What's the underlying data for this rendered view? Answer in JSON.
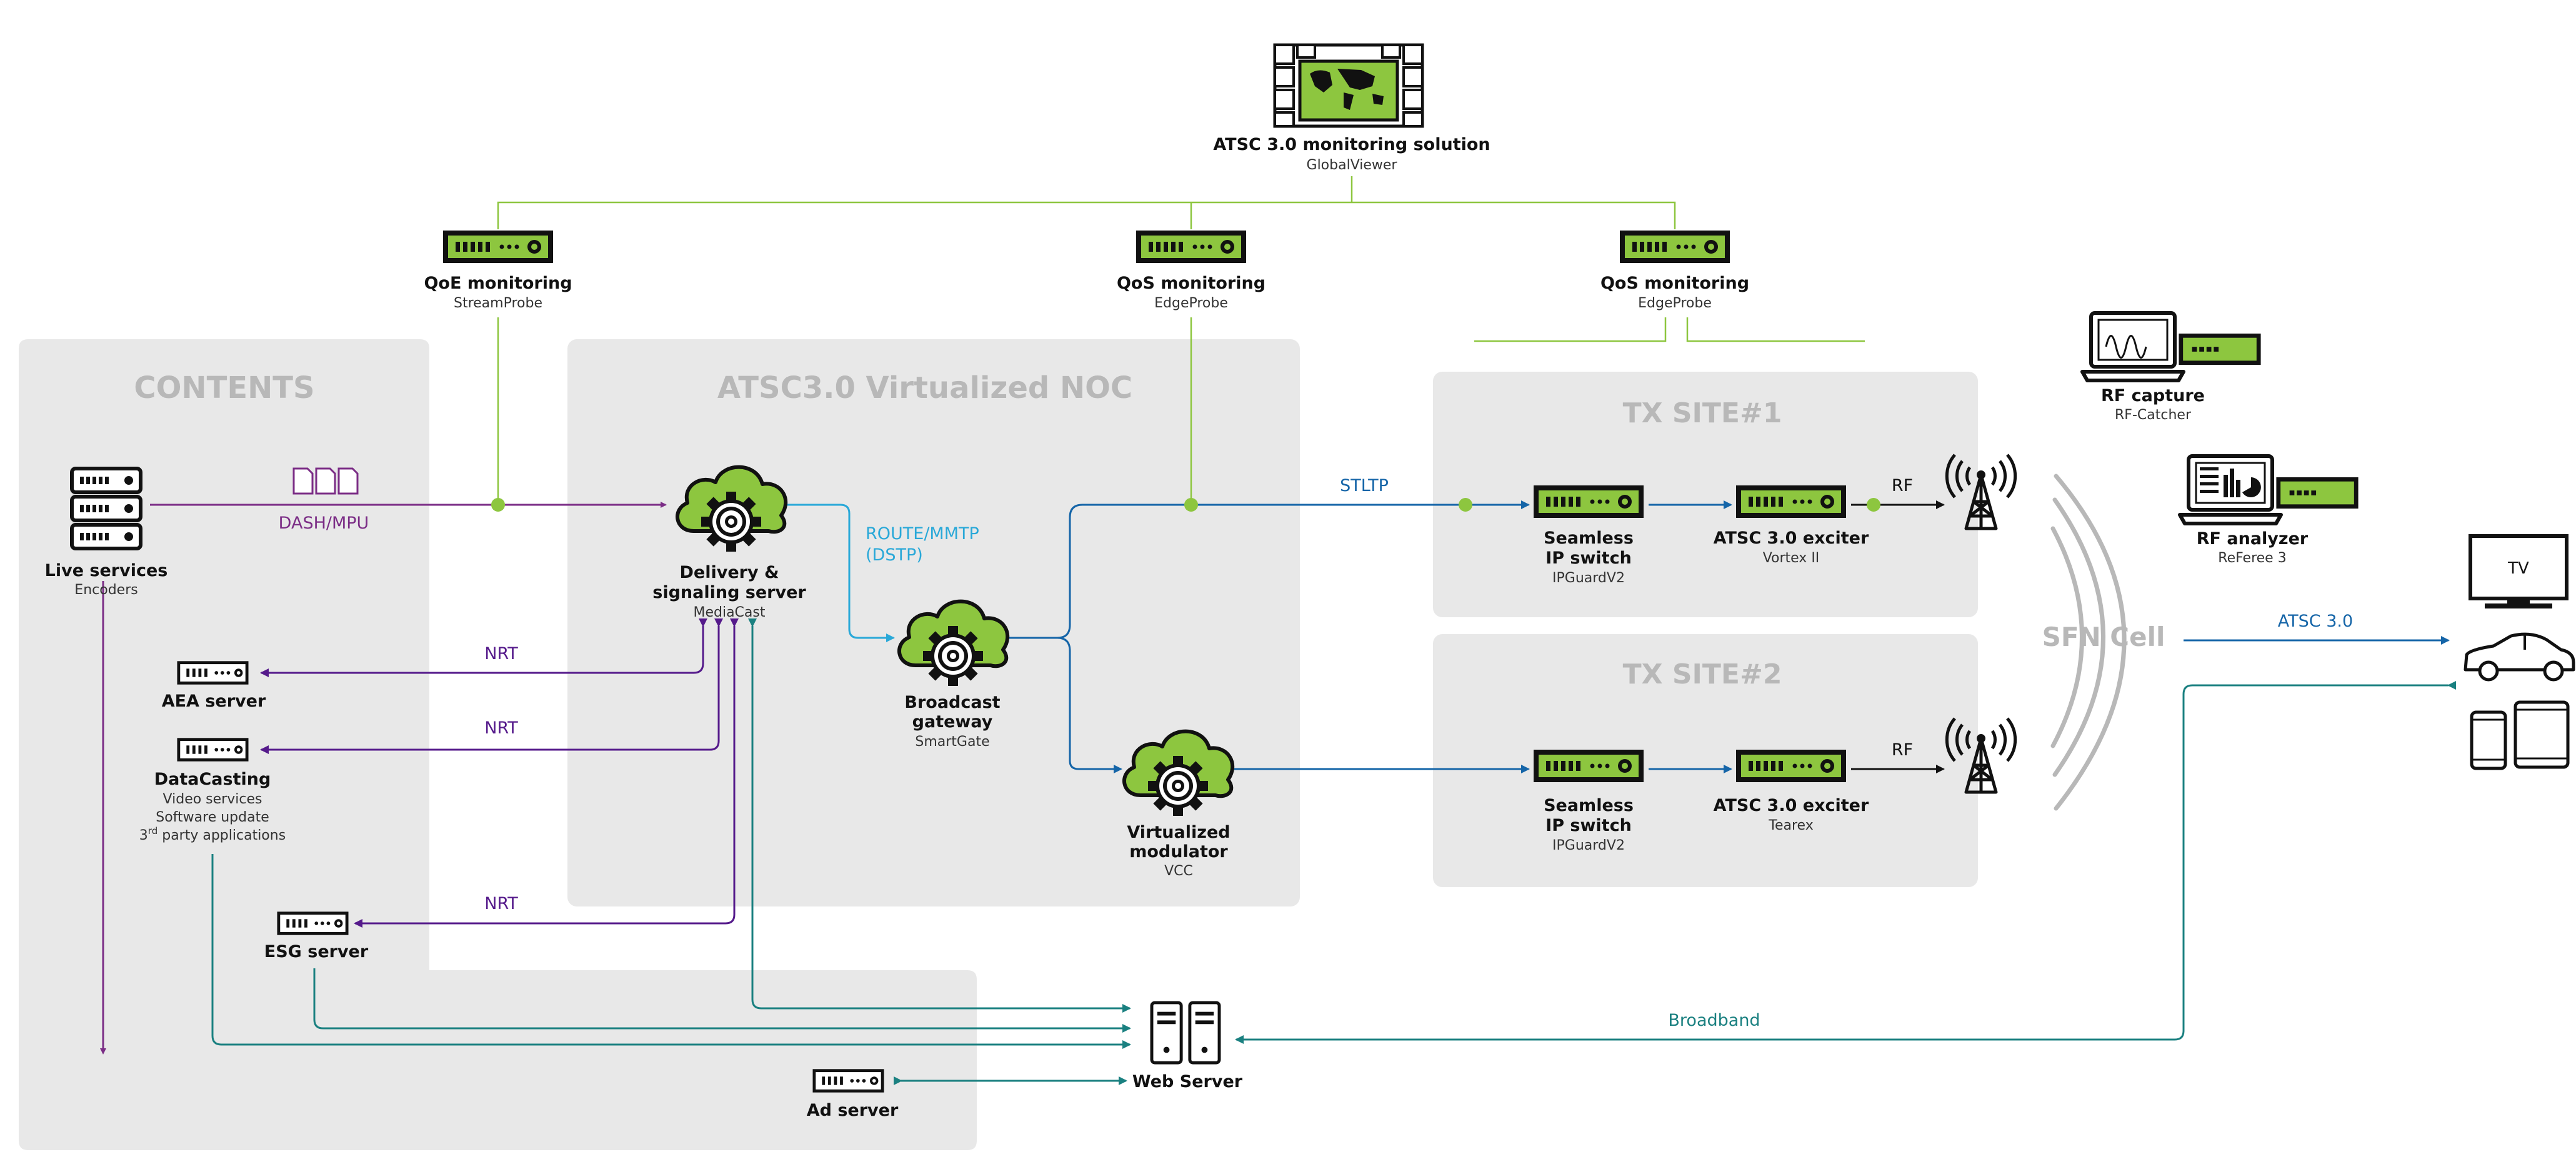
{
  "colors": {
    "green": "#8dc63f",
    "panel": "#e8e8e8",
    "panel_title": "#b8b8b8",
    "purple": "#7b2d86",
    "navy": "#551a8b",
    "blue": "#1565a8",
    "cyan": "#29a8d8",
    "teal": "#1a8080",
    "gray_wave": "#b8b8b8"
  },
  "icons": {
    "cloud_gear": "cloud-gear-icon",
    "server_rack": "server-rack-icon",
    "probe": "probe-device-icon",
    "antenna": "antenna-icon",
    "video_wall": "video-wall-icon",
    "laptop": "laptop-icon",
    "tv": "tv-icon",
    "car": "car-icon",
    "phone": "phone-icon",
    "tablet": "tablet-icon",
    "web_server": "web-server-icon",
    "document": "document-icon"
  },
  "regions": {
    "contents": "CONTENTS",
    "noc": "ATSC3.0 Virtualized NOC",
    "tx1": "TX SITE#1",
    "tx2": "TX SITE#2",
    "sfn": "SFN Cell"
  },
  "nodes": {
    "globalviewer": {
      "title": "ATSC 3.0 monitoring solution",
      "sub": "GlobalViewer"
    },
    "qoe": {
      "title": "QoE monitoring",
      "sub": "StreamProbe"
    },
    "qos1": {
      "title": "QoS monitoring",
      "sub": "EdgeProbe"
    },
    "qos2": {
      "title": "QoS monitoring",
      "sub": "EdgeProbe"
    },
    "live": {
      "title": "Live services",
      "sub": "Encoders"
    },
    "delivery": {
      "title1": "Delivery &",
      "title2": "signaling server",
      "sub": "MediaCast"
    },
    "gateway": {
      "title1": "Broadcast",
      "title2": "gateway",
      "sub": "SmartGate"
    },
    "modulator": {
      "title1": "Virtualized",
      "title2": "modulator",
      "sub": "VCC"
    },
    "aea": {
      "title": "AEA server"
    },
    "datacasting": {
      "title": "DataCasting",
      "sub1": "Video services",
      "sub2": "Software update",
      "sub3_pre": "3",
      "sub3_sup": "rd",
      "sub3_post": " party applications"
    },
    "esg": {
      "title": "ESG server"
    },
    "ad": {
      "title": "Ad server"
    },
    "web": {
      "title": "Web Server"
    },
    "switch1": {
      "title1": "Seamless",
      "title2": "IP switch",
      "sub": "IPGuardV2"
    },
    "exciter1": {
      "title": "ATSC 3.0 exciter",
      "sub": "Vortex II"
    },
    "switch2": {
      "title1": "Seamless",
      "title2": "IP switch",
      "sub": "IPGuardV2"
    },
    "exciter2": {
      "title": "ATSC 3.0 exciter",
      "sub": "Tearex"
    },
    "rfcapture": {
      "title": "RF capture",
      "sub": "RF-Catcher"
    },
    "rfanalyzer": {
      "title": "RF analyzer",
      "sub": "ReFeree 3"
    },
    "tv": {
      "label": "TV"
    }
  },
  "links": {
    "dash": "DASH/MPU",
    "route": "ROUTE/MMTP",
    "dstp": "(DSTP)",
    "stltp": "STLTP",
    "nrt1": "NRT",
    "nrt2": "NRT",
    "nrt3": "NRT",
    "rf1": "RF",
    "rf2": "RF",
    "atsc": "ATSC 3.0",
    "broadband": "Broadband"
  }
}
